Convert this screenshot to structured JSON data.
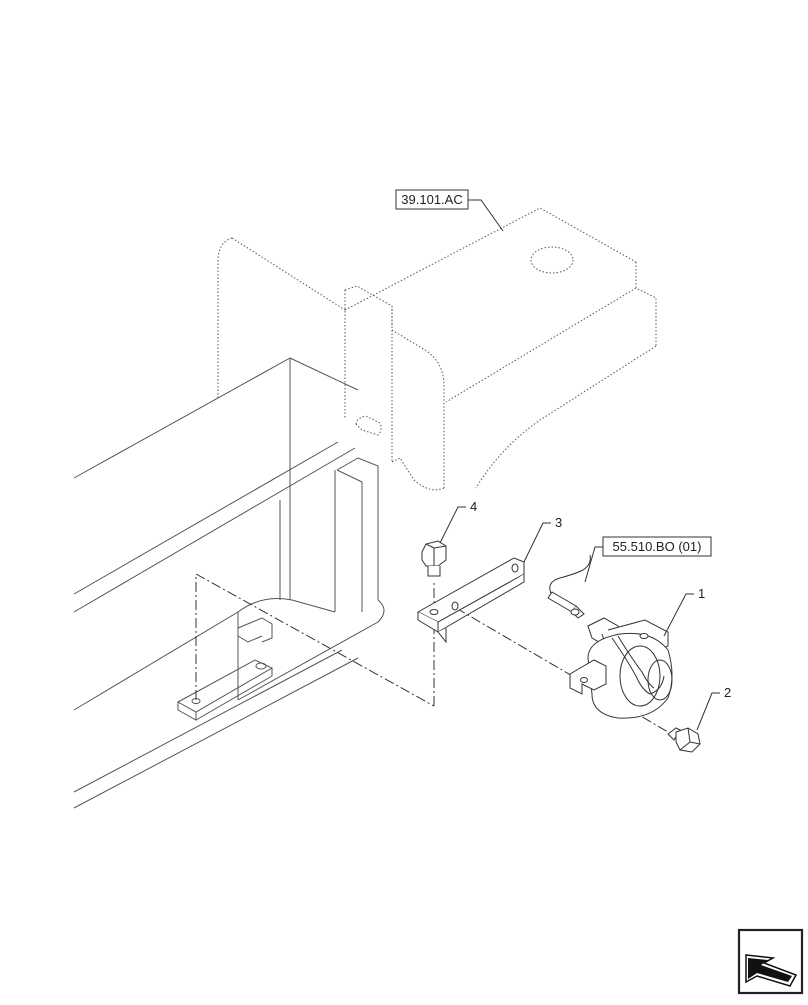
{
  "diagram": {
    "references": [
      {
        "id": "frame",
        "text": "39.101.AC"
      },
      {
        "id": "harness",
        "text": "55.510.BO (01)"
      }
    ],
    "callouts": [
      "1",
      "2",
      "3",
      "4"
    ],
    "nav_icon": "next-page-arrow-icon"
  }
}
